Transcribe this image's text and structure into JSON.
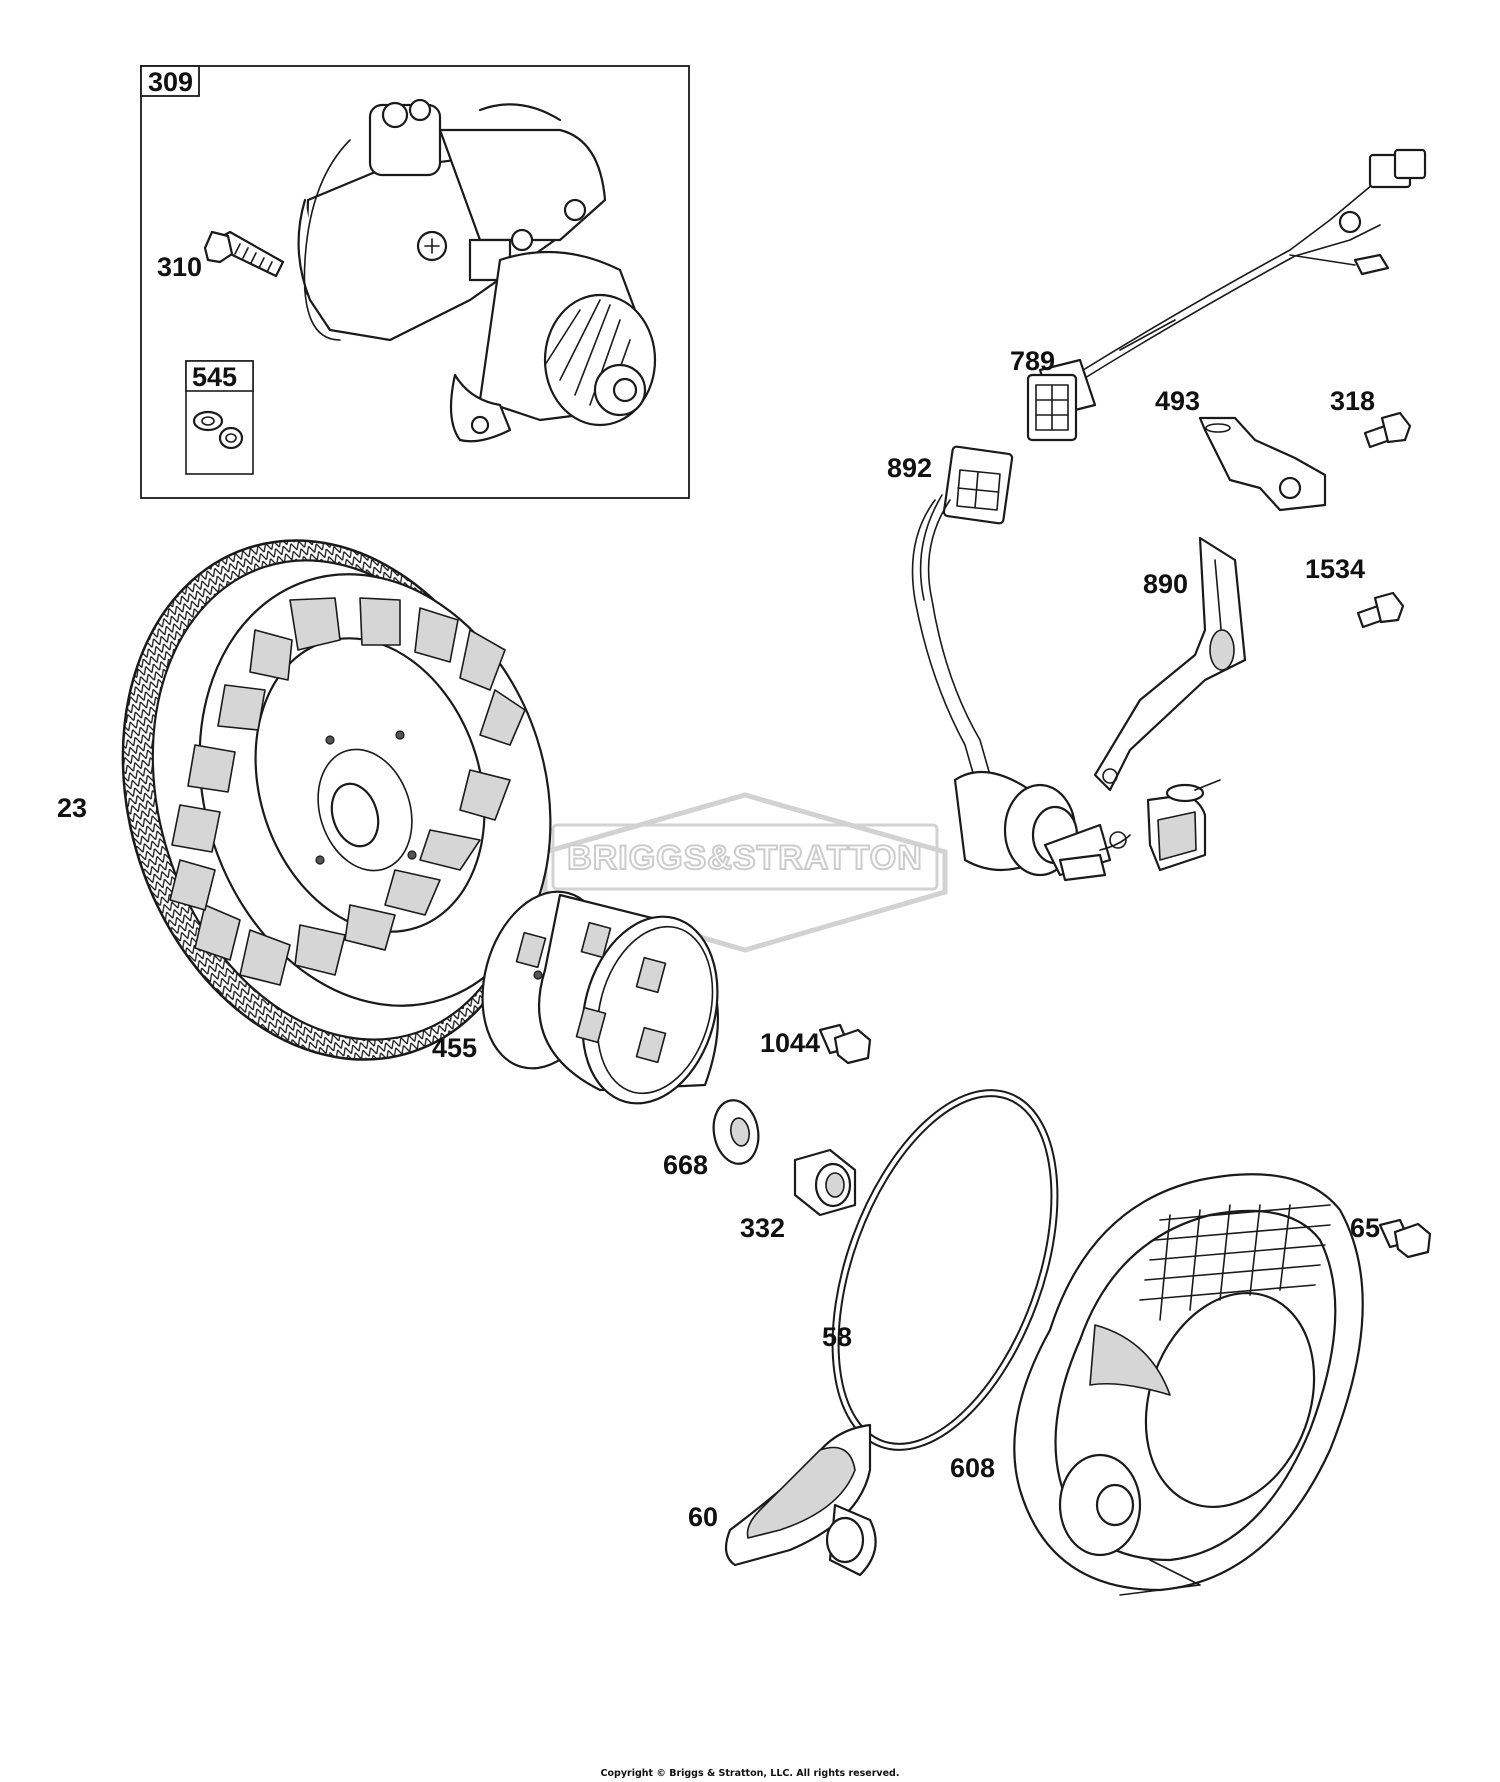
{
  "watermark": "BRIGGS&STRATTON",
  "copyright": "Copyright © Briggs & Stratton, LLC. All rights reserved.",
  "labels": {
    "p309": "309",
    "p310": "310",
    "p545": "545",
    "p789": "789",
    "p493": "493",
    "p318": "318",
    "p892": "892",
    "p890": "890",
    "p1534": "1534",
    "p23": "23",
    "p455": "455",
    "p1044": "1044",
    "p668": "668",
    "p332": "332",
    "p65": "65",
    "p58": "58",
    "p608": "608",
    "p60": "60"
  },
  "icons": [
    "starter-motor-icon",
    "bolt-icon",
    "washer-icon",
    "wire-harness-icon",
    "bracket-icon",
    "ignition-switch-icon",
    "flywheel-icon",
    "fan-cup-icon",
    "nut-icon",
    "seal-ring-icon",
    "rewind-starter-icon",
    "starter-handle-icon"
  ]
}
